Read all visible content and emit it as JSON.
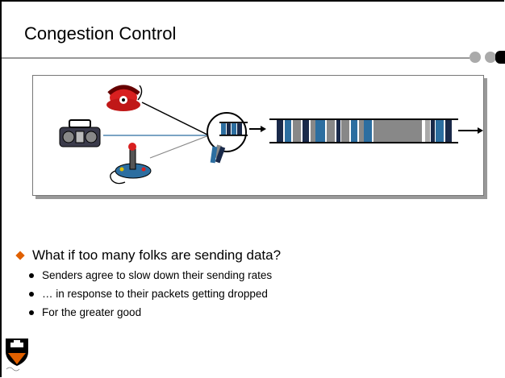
{
  "slide": {
    "title": "Congestion Control",
    "bullets": [
      {
        "text": "What if too many folks are sending data?",
        "sub": [
          "Senders agree to slow down their sending rates",
          "… in response to their packets getting dropped",
          "For the greater good"
        ]
      }
    ]
  },
  "figure": {
    "icons": [
      "telephone-icon",
      "radio-icon",
      "joystick-icon"
    ],
    "colors": {
      "packet_blue": "#2c6ea0",
      "packet_dark": "#1a2a4a",
      "packet_gray": "#8a8a8a",
      "orange": "#e06000"
    }
  }
}
